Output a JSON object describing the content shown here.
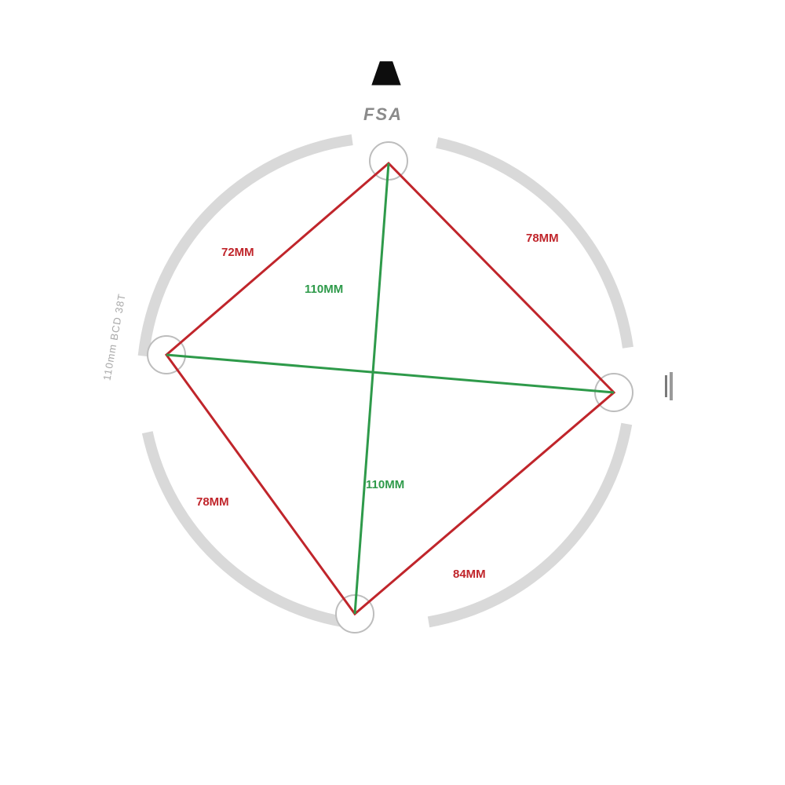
{
  "chainring": {
    "brand": "FSA",
    "engraving": "110mm  BCD  38T",
    "tooth_count": 38,
    "colors": {
      "ring": "#0d0d0d",
      "bevel": "#d9d9d9",
      "background": "#ffffff"
    }
  },
  "measurements": {
    "color_side": "#c0252b",
    "color_diagonal": "#2e9a4a",
    "side_top_left": "72MM",
    "side_top_right": "78MM",
    "side_bottom_left": "78MM",
    "side_bottom_right": "84MM",
    "diagonal_vertical": "110MM",
    "diagonal_horizontal": "110MM"
  }
}
